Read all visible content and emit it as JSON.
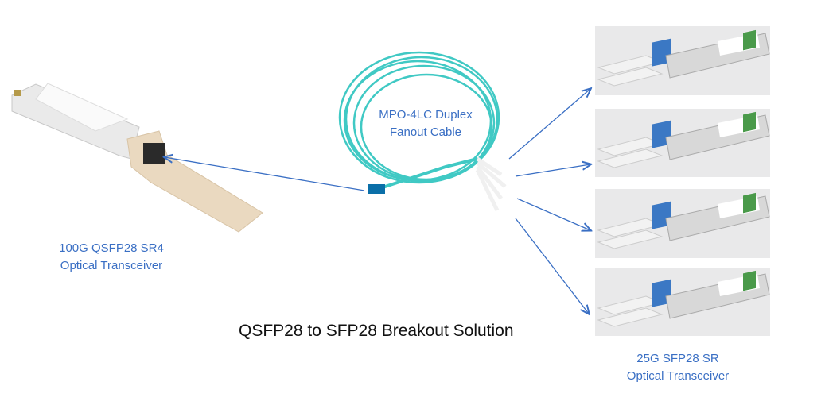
{
  "title": "QSFP28 to SFP28 Breakout Solution",
  "left_device": {
    "line1": "100G QSFP28 SR4",
    "line2": "Optical Transceiver"
  },
  "cable": {
    "line1": "MPO-4LC Duplex",
    "line2": "Fanout Cable"
  },
  "right_device": {
    "line1": "25G SFP28 SR",
    "line2": "Optical Transceiver"
  },
  "colors": {
    "label": "#3a6fc4",
    "arrow": "#3a6fc4",
    "cable": "#40c9c4",
    "latch": "#ead9c0",
    "connector_blue": "#3b78c4"
  },
  "icons": [
    "qsfp28-transceiver-image",
    "mpo-fanout-cable-image",
    "sfp28-transceiver-image"
  ]
}
